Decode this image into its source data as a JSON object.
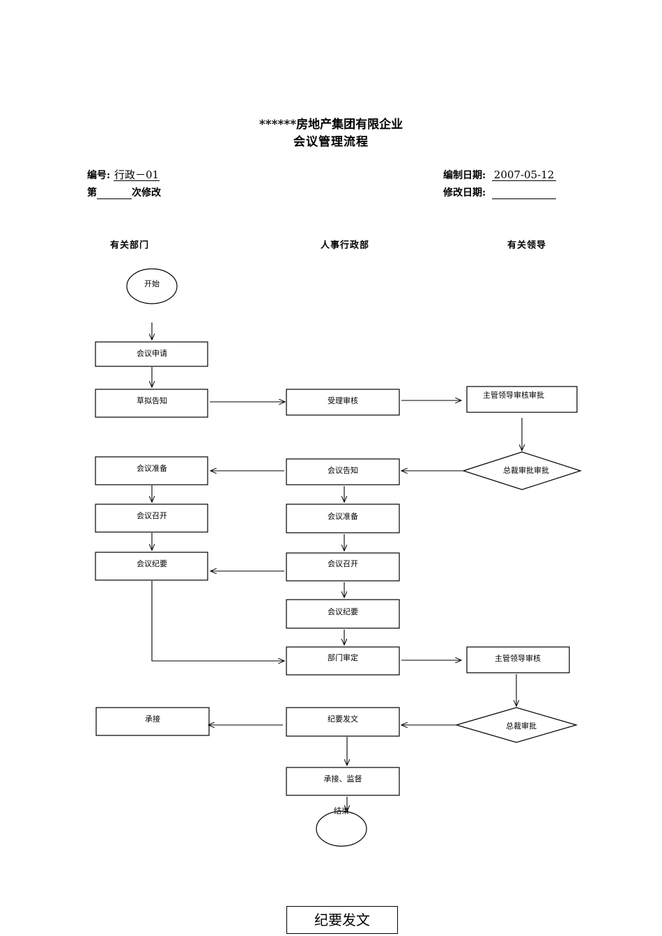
{
  "header": {
    "title_line1": "******房地产集团有限企业",
    "title_line2": "会议管理流程"
  },
  "meta": {
    "code_label": "编号:",
    "code_value": "行政－01",
    "revision_prefix": "第",
    "revision_value": "",
    "revision_suffix": "次修改",
    "date_label": "编制日期:",
    "date_value": "2007-05-12",
    "modify_date_label": "修改日期:",
    "modify_date_value": ""
  },
  "lanes": [
    "有关部门",
    "人事行政部",
    "有关领导"
  ],
  "nodes": {
    "start": "开始",
    "apply": "会议申请",
    "draft_notice": "草拟告知",
    "accept_review": "受理审核",
    "supervisor_review_approve": "主管领导审核审批",
    "president_approve": "总裁审批审批",
    "dept_prepare": "会议准备",
    "hr_notice": "会议告知",
    "dept_convene": "会议召开",
    "hr_prepare": "会议准备",
    "dept_minutes": "会议纪要",
    "hr_convene": "会议召开",
    "hr_minutes": "会议纪要",
    "dept_review": "部门审定",
    "supervisor_review": "主管领导审核",
    "dept_undertake": "承接",
    "minutes_issue": "纪要发文",
    "president_review": "总裁审批",
    "undertake_supervise": "承接、监督",
    "end": "结束"
  },
  "footer": {
    "box_label": "纪要发文"
  }
}
